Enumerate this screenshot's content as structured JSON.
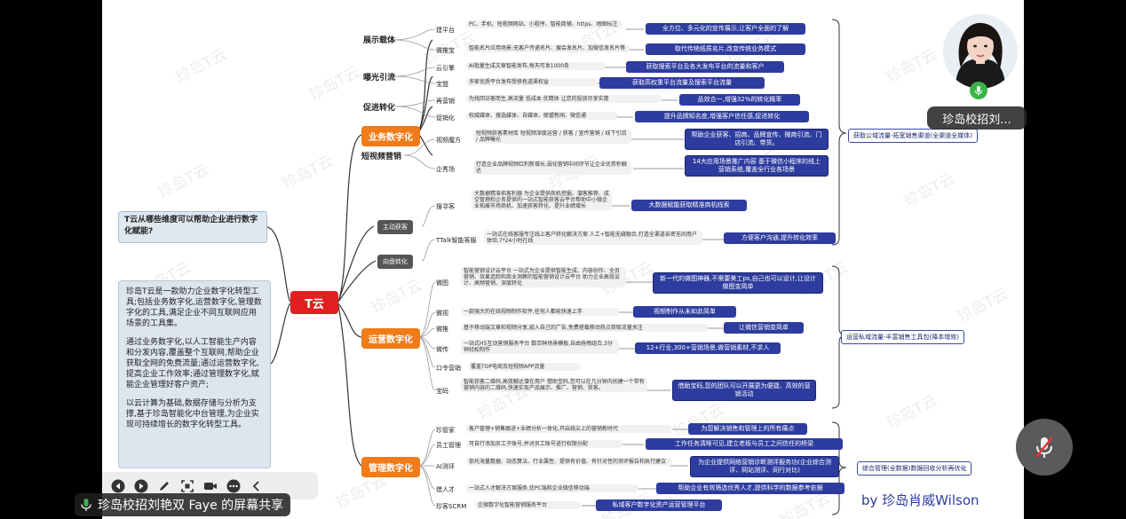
{
  "presenter": {
    "name": "珍岛校招刘..."
  },
  "share_banner": {
    "text": "珍岛校招刘艳双 Faye 的屏幕共享"
  },
  "signature": "by 珍岛肖威Wilson",
  "watermark": "珍岛T云",
  "mindmap": {
    "center": "T云",
    "question": "T云从哪些维度可以帮助企业进行数字化赋能?",
    "intro": [
      "珍岛T云是一款助力企业数字化转型工具;包括业务数字化,运营数字化,管理数字化的工具,满足企业不同互联网应用场景的工具集。",
      "通过业务数字化,以人工智能生产内容和分发内容,覆盖整个互联网,帮助企业获取全网的免费流量;通过运营数字化,提高企业工作效率;通过管理数字化,赋能企业管理好客户资产;",
      "以云计算为基础,数据存储与分析为支撑,基于珍岛智能化中台管理,为企业实现可持续增长的数字化转型工具。"
    ],
    "branches": {
      "business": "业务数字化",
      "operation": "运营数字化",
      "management": "管理数字化",
      "active": "主动获客",
      "flow": "向盘转化"
    },
    "categories": {
      "showcase": "展示载体",
      "exposure": "曝光引流",
      "conversion": "促进转化",
      "short_video": "短视频营销"
    },
    "business_items": [
      {
        "name": "建平台",
        "desc": "PC、手机、短视频网站、小程序、智能商铺、https、地图标注",
        "benefit": "全方位、多元化的宣传展示,让客户全面的了解"
      },
      {
        "name": "微推宝",
        "desc": "智能名片应用场景:无客户传递名片、展会发名片、加微信发名片等",
        "benefit": "取代传统纸质名片,改变传统业务模式"
      },
      {
        "name": "云引擎",
        "desc": "AI批量生成文章智能发布,每天可发1000条",
        "benefit": "获取搜索平台及各大发布平台的流量和客户"
      },
      {
        "name": "宝盟",
        "desc": "多家优质平台发布受移色道渠权益",
        "benefit": "获取高权重平台流量及搜索平台流量"
      },
      {
        "name": "再营销",
        "desc": "为找回访客而生,高流量 低成本 优精体 让您的投放尽享实惠",
        "benefit": "品效合一,增强32%的转化概率"
      },
      {
        "name": "促销化",
        "desc": "权威媒体、搜选媒体、自媒体、联盟新闻、微信通",
        "benefit": "提升品牌知名度,增强客户信任感,促进转化"
      },
      {
        "name": "视频魔方",
        "desc": "短视频获客素材库 短视频深度运营 / 获客 / 宣传营销 / 线下引流 / 品牌曝光",
        "benefit": "帮助企业获客、招商、品牌宣传、微商引流、门店引流、带货。"
      },
      {
        "name": "企秀场",
        "desc": "打造企业品牌视频红利新增长,弱化营销中间环节让企业优势秒触达",
        "benefit": "14大应用场景推广内容 基于微信小程序的线上营销系统,覆盖全行业各场景"
      },
      {
        "name": "搜寻客",
        "desc": "大数据精准拓客利器 为企业提供商机挖掘、潜客推荐、成交管理和企务提供的一站式智能获客云平台帮助中小微企业拓展市场商机、加速获客转化、提升业绩增长",
        "benefit": "大数据赋能获取精准商机线索"
      },
      {
        "name": "TTalk智能客服",
        "desc": "一站式在线客服专注线上客户转化解决方案 人工+智能无缝融合,打造全渠道亲密无间用户体验,7*24小时在线",
        "benefit": "方便客户沟通,提升转化效率"
      }
    ],
    "operation_items": [
      {
        "name": "微图",
        "desc": "智能营销设计云平台 一站式为企业提供智能生成、内容创作、全员营销、效果追踪和商业洞察的智能营销设计云平台 助力企业高效设计、高频营销、深度转化",
        "benefit": "新一代的做图神器,不需要美工ps,自己也可以设计,让设计做图变简单"
      },
      {
        "name": "微视",
        "desc": "一款强大的在线视频制作软件,任何人都能快速上手",
        "benefit": "视频制作从未如此简单"
      },
      {
        "name": "微推",
        "desc": "基于移动端文章和视频分享,嵌入自己的广告,免费搭载移动热点获取流量关注",
        "benefit": "让微信营销变简单"
      },
      {
        "name": "微传",
        "desc": "一站式H5互动营销服务平台 数百种场景模板,自由拖拽组合,3分钟轻松制作",
        "benefit": "12+行业,300+营销场景,做营销素材,不求人"
      },
      {
        "name": "口令营销",
        "desc": "覆盖TOP电商及短视频APP流量",
        "benefit": ""
      },
      {
        "name": "宝码",
        "desc": "智能获客二维码,高效触达潜在用户 借助宝码,您可以在几分钟内创建一个带有营销内容的二维码,快速实现产品展示、推广、营销、获客。",
        "benefit": "借助宝码,您的团队可以开展更为便捷、高效的营销活动"
      }
    ],
    "management_items": [
      {
        "name": "珍管家",
        "desc": "客户管理+销售跟进+业绩分析一体化,开启线尖上的营销新时代",
        "benefit": "为您解决销售和管理上的所有痛点"
      },
      {
        "name": "员工管理",
        "desc": "可自行添加员工子账号,并对员工账号进行权限分配",
        "benefit": "工作任务清晰可见,建立老板与员工之间信任的桥梁"
      },
      {
        "name": "AI测评",
        "desc": "依托海量数据、动态算法、行业属性、提供有价值、有针对性的测评报告和执行建议",
        "benefit": "为企业提供网络营销诊断测评服务功(企业综合测评、网站测评、同行对比)"
      },
      {
        "name": "猎人才",
        "desc": "一站式人才解决方案服务,优PC端和企业微信移动端",
        "benefit": "帮助企业有效筛选优秀人才,提供科学的数据参考依据"
      },
      {
        "name": "珍客SCRM",
        "desc": "企微数字化智能营销服务平台",
        "benefit": "私域客户数字化资产运营管理平台"
      }
    ],
    "summaries": {
      "business": "获取公域流量-拓宽销售渠道(全渠道全媒体)",
      "operation": "运营私域流量-丰富销售工具包(降本增效)",
      "management": "综合管理(全数据)数据回收分析再优化"
    }
  }
}
